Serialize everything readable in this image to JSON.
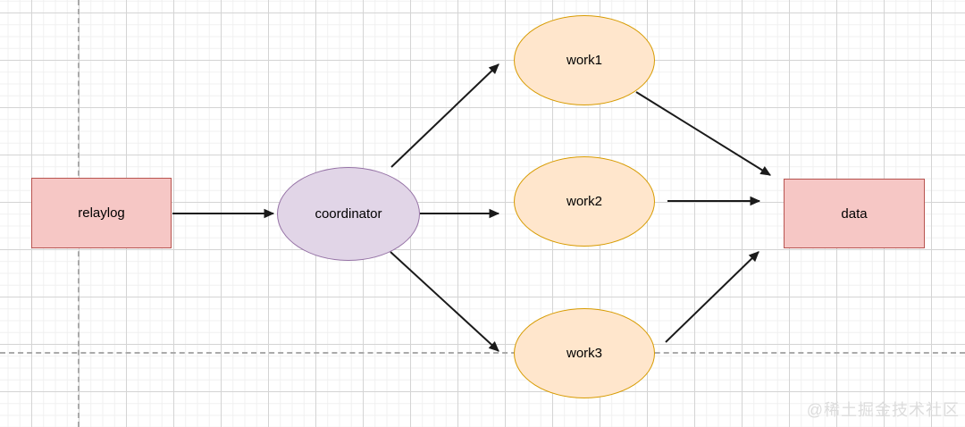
{
  "diagram": {
    "nodes": {
      "relaylog": {
        "label": "relaylog",
        "shape": "rectangle",
        "fill": "#F6C7C5",
        "stroke": "#B85450"
      },
      "coordinator": {
        "label": "coordinator",
        "shape": "ellipse",
        "fill": "#E1D5E7",
        "stroke": "#9673A6"
      },
      "work1": {
        "label": "work1",
        "shape": "ellipse",
        "fill": "#FFE6CC",
        "stroke": "#D79B00"
      },
      "work2": {
        "label": "work2",
        "shape": "ellipse",
        "fill": "#FFE6CC",
        "stroke": "#D79B00"
      },
      "work3": {
        "label": "work3",
        "shape": "ellipse",
        "fill": "#FFE6CC",
        "stroke": "#D79B00"
      },
      "data": {
        "label": "data",
        "shape": "rectangle",
        "fill": "#F6C7C5",
        "stroke": "#B85450"
      }
    },
    "edges": [
      {
        "from": "relaylog",
        "to": "coordinator"
      },
      {
        "from": "coordinator",
        "to": "work1"
      },
      {
        "from": "coordinator",
        "to": "work2"
      },
      {
        "from": "coordinator",
        "to": "work3"
      },
      {
        "from": "work1",
        "to": "data"
      },
      {
        "from": "work2",
        "to": "data"
      },
      {
        "from": "work3",
        "to": "data"
      }
    ],
    "edge_color": "#1a1a1a",
    "guide_color": "#aaaaaa"
  },
  "watermark": {
    "text": "@稀土掘金技术社区",
    "color": "#dcdcdc"
  }
}
